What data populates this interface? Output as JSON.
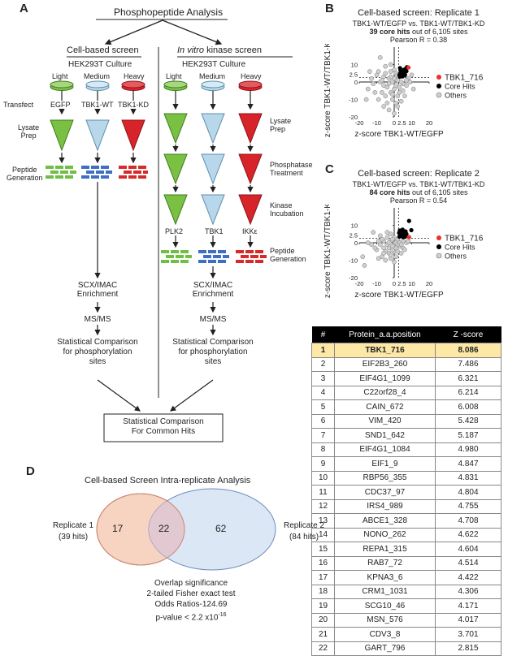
{
  "panel_a": {
    "letter": "A",
    "title": "Phosphopeptide Analysis",
    "cell_based_title": "Cell-based screen",
    "in_vitro_title_italic": "In vitro",
    "in_vitro_title_rest": " kinase screen",
    "culture_label": "HEK293T Culture",
    "light": "Light",
    "medium": "Medium",
    "heavy": "Heavy",
    "transfect": "Transfect",
    "egfp": "EGFP",
    "tbk1_wt": "TBK1-WT",
    "tbk1_kd": "TBK1-KD",
    "lysate_prep": "Lysate\nPrep",
    "peptide_generation": "Peptide\nGeneration",
    "phosphatase_treatment": "Phosphatase\nTreatment",
    "kinase_incubation": "Kinase\nIncubation",
    "plk2": "PLK2",
    "tbk1": "TBK1",
    "ikke": "IKKε",
    "scx_imac": "SCX/IMAC\nEnrichment",
    "msms": "MS/MS",
    "stat_comp": "Statistical Comparison\nfor phosphorylation\nsites",
    "stat_common": "Statistical Comparison\nFor Common Hits",
    "colors": {
      "green": "#7ac143",
      "blue": "#b8d7ea",
      "red": "#d7232a",
      "pep_green": "#6fbf45",
      "pep_blue": "#3f6fc4",
      "pep_red": "#d62b2b"
    }
  },
  "panel_b": {
    "letter": "B",
    "title": "Cell-based screen: Replicate 1",
    "subtitle": "TBK1-WT/EGFP vs. TBK1-WT/TBK1-KD",
    "hits_bold": "39 core hits",
    "hits_rest": " out of 6,105 sites",
    "pearson": "Pearson R = 0.38"
  },
  "panel_c": {
    "letter": "C",
    "title": "Cell-based screen: Replicate 2",
    "subtitle": "TBK1-WT/EGFP vs. TBK1-WT/TBK1-KD",
    "hits_bold": "84 core hits",
    "hits_rest": " out of 6,105 sites",
    "pearson": "Pearson R = 0.54"
  },
  "scatter_common": {
    "xlabel_b": "z-score TBK1-WT/EGFP",
    "xlabel_c": "z-score TBK1-WT/EGFP",
    "ylabel": "z-score TBK1-WT/TBK1-KD",
    "xticks": [
      "-20",
      "-10",
      "0",
      "2.5",
      "10",
      "20"
    ],
    "yticks": [
      "10",
      "2.5",
      "0",
      "-10",
      "-20"
    ],
    "legend": [
      "TBK1_716",
      "Core Hits",
      "Others"
    ]
  },
  "chart_data": [
    {
      "type": "scatter",
      "title": "Cell-based screen: Replicate 1",
      "xlabel": "z-score TBK1-WT/EGFP",
      "ylabel": "z-score TBK1-WT/TBK1-KD",
      "xlim": [
        -20,
        20
      ],
      "ylim": [
        -20,
        20
      ],
      "threshold_lines": {
        "x": 2.5,
        "y": 2.5
      },
      "series": [
        {
          "name": "TBK1_716",
          "color": "#e8322b",
          "points": [
            [
              8.2,
              8.3
            ]
          ]
        },
        {
          "name": "Core Hits",
          "color": "#000000",
          "points": [
            [
              3,
              4
            ],
            [
              3.5,
              5
            ],
            [
              4,
              3.5
            ],
            [
              4.5,
              6
            ],
            [
              5,
              4.5
            ],
            [
              5.5,
              7
            ],
            [
              6,
              5
            ],
            [
              3.2,
              3
            ],
            [
              4.2,
              5.5
            ],
            [
              5.2,
              6.2
            ],
            [
              6.5,
              7.5
            ],
            [
              7,
              6.2
            ],
            [
              3.8,
              6.8
            ],
            [
              4.8,
              3.2
            ],
            [
              6.2,
              4
            ],
            [
              3.3,
              8
            ],
            [
              7.3,
              8.5
            ]
          ]
        },
        {
          "name": "Others",
          "color": "#999999",
          "points": [
            [
              -8,
              14
            ],
            [
              -12,
              -1
            ],
            [
              -15,
              -4
            ],
            [
              -9,
              -10
            ],
            [
              -6,
              -14
            ],
            [
              -3,
              -16
            ],
            [
              -5,
              -8
            ],
            [
              -2,
              -6
            ],
            [
              0,
              -4
            ],
            [
              1,
              -2
            ],
            [
              -1,
              0
            ],
            [
              2,
              1
            ],
            [
              -3,
              2
            ],
            [
              -6,
              3
            ],
            [
              -8,
              0
            ],
            [
              -10,
              4
            ],
            [
              -4,
              -3
            ],
            [
              0,
              2
            ],
            [
              1,
              5
            ],
            [
              -2,
              6
            ],
            [
              3,
              -3
            ],
            [
              5,
              -5
            ],
            [
              7,
              -2
            ],
            [
              9,
              0
            ],
            [
              8,
              2
            ],
            [
              6,
              -8
            ],
            [
              4,
              -11
            ],
            [
              2,
              -14
            ],
            [
              -1,
              -10
            ],
            [
              -7,
              -6
            ],
            [
              -11,
              -6
            ],
            [
              -13,
              2
            ],
            [
              -9,
              6
            ],
            [
              -5,
              9
            ],
            [
              -2,
              10
            ],
            [
              0,
              7
            ],
            [
              2,
              -8
            ],
            [
              -4,
              -12
            ],
            [
              -6,
              -2
            ],
            [
              -1,
              -7
            ],
            [
              1,
              -12
            ],
            [
              3,
              -6
            ],
            [
              5,
              -1
            ],
            [
              -3,
              -1
            ],
            [
              -7,
              1
            ],
            [
              11,
              -4
            ],
            [
              10,
              4
            ],
            [
              -14,
              6
            ],
            [
              -16,
              -10
            ],
            [
              0,
              -18
            ],
            [
              2,
              4
            ],
            [
              -2,
              3
            ],
            [
              4,
              0
            ],
            [
              -5,
              5
            ],
            [
              7,
              1
            ]
          ]
        }
      ]
    },
    {
      "type": "scatter",
      "title": "Cell-based screen: Replicate 2",
      "xlabel": "z-score TBK1-WT/EGFP",
      "ylabel": "z-score TBK1-WT/TBK1-KD",
      "xlim": [
        -20,
        20
      ],
      "ylim": [
        -20,
        20
      ],
      "threshold_lines": {
        "x": 2.5,
        "y": 2.5
      },
      "series": [
        {
          "name": "TBK1_716",
          "color": "#e8322b",
          "points": [
            [
              8.5,
              3.2
            ]
          ]
        },
        {
          "name": "Core Hits",
          "color": "#000000",
          "points": [
            [
              3,
              3.5
            ],
            [
              3.5,
              5
            ],
            [
              4,
              4
            ],
            [
              4.5,
              6
            ],
            [
              5,
              4.5
            ],
            [
              5.5,
              5.5
            ],
            [
              6,
              4
            ],
            [
              3.2,
              7
            ],
            [
              4.2,
              5.8
            ],
            [
              5.2,
              3.2
            ],
            [
              6.5,
              6.5
            ],
            [
              7,
              5
            ],
            [
              8.5,
              12.5
            ],
            [
              9.8,
              7.2
            ],
            [
              3.8,
              4.8
            ],
            [
              4.8,
              7.5
            ],
            [
              6.2,
              3.5
            ],
            [
              2.8,
              5.6
            ]
          ]
        },
        {
          "name": "Others",
          "color": "#999999",
          "points": [
            [
              -12,
              6
            ],
            [
              -13,
              -1
            ],
            [
              -17,
              -13
            ],
            [
              -18,
              -8
            ],
            [
              -10,
              -4
            ],
            [
              -8,
              -1
            ],
            [
              -6,
              1
            ],
            [
              -4,
              3
            ],
            [
              -2,
              1
            ],
            [
              0,
              -1
            ],
            [
              1,
              0
            ],
            [
              2,
              2
            ],
            [
              -3,
              -3
            ],
            [
              -5,
              -5
            ],
            [
              -7,
              -8
            ],
            [
              -9,
              -9
            ],
            [
              -11,
              -3
            ],
            [
              0,
              -5
            ],
            [
              1,
              -8
            ],
            [
              -2,
              -9
            ],
            [
              3,
              -2
            ],
            [
              5,
              -3
            ],
            [
              7,
              0
            ],
            [
              8,
              1
            ],
            [
              6,
              -4
            ],
            [
              4,
              -6
            ],
            [
              2,
              -5
            ],
            [
              -1,
              -4
            ],
            [
              -3,
              -6
            ],
            [
              -6,
              -3
            ],
            [
              -8,
              4
            ],
            [
              -4,
              6
            ],
            [
              -2,
              5
            ],
            [
              0,
              3
            ],
            [
              2,
              -1
            ],
            [
              -4,
              -1
            ],
            [
              -6,
              -6
            ],
            [
              -1,
              2
            ],
            [
              1,
              -3
            ],
            [
              3,
              0
            ],
            [
              5,
              1
            ],
            [
              -3,
              0
            ],
            [
              -7,
              2
            ],
            [
              -15,
              0
            ],
            [
              -9,
              1
            ],
            [
              0,
              -11
            ],
            [
              -5,
              -10
            ],
            [
              -2,
              -7
            ],
            [
              4,
              -1
            ],
            [
              -1,
              -2
            ]
          ]
        }
      ]
    }
  ],
  "panel_d": {
    "letter": "D",
    "title": "Cell-based Screen Intra-replicate Analysis",
    "rep1_label": "Replicate 1",
    "rep1_hits": "(39 hits)",
    "rep2_label": "Replicate 2",
    "rep2_hits": "(84 hits)",
    "only1": "17",
    "overlap": "22",
    "only2": "62",
    "sig_line1": "Overlap significance",
    "sig_line2": "2-tailed Fisher exact test",
    "sig_line3": "Odds Ratios-124.69",
    "sig_line4_prefix": "p-value < 2.2 x10",
    "sig_line4_exp": "-16",
    "colors": {
      "rep1_fill": "#f7d3c1",
      "rep2_fill": "#dce7f6",
      "overlap_fill": "#e2c8d0"
    }
  },
  "table": {
    "headers": [
      "#",
      "Protein_a.a.position",
      "Z -score"
    ],
    "rows": [
      [
        "1",
        "TBK1_716",
        "8.086"
      ],
      [
        "2",
        "EIF2B3_260",
        "7.486"
      ],
      [
        "3",
        "EIF4G1_1099",
        "6.321"
      ],
      [
        "4",
        "C22orf28_4",
        "6.214"
      ],
      [
        "5",
        "CAIN_672",
        "6.008"
      ],
      [
        "6",
        "VIM_420",
        "5.428"
      ],
      [
        "7",
        "SND1_642",
        "5.187"
      ],
      [
        "8",
        "EIF4G1_1084",
        "4.980"
      ],
      [
        "9",
        "EIF1_9",
        "4.847"
      ],
      [
        "10",
        "RBP56_355",
        "4.831"
      ],
      [
        "11",
        "CDC37_97",
        "4.804"
      ],
      [
        "12",
        "IRS4_989",
        "4.755"
      ],
      [
        "13",
        "ABCE1_328",
        "4.708"
      ],
      [
        "14",
        "NONO_262",
        "4.622"
      ],
      [
        "15",
        "REPA1_315",
        "4.604"
      ],
      [
        "16",
        "RAB7_72",
        "4.514"
      ],
      [
        "17",
        "KPNA3_6",
        "4.422"
      ],
      [
        "18",
        "CRM1_1031",
        "4.306"
      ],
      [
        "19",
        "SCG10_46",
        "4.171"
      ],
      [
        "20",
        "MSN_576",
        "4.017"
      ],
      [
        "21",
        "CDV3_8",
        "3.701"
      ],
      [
        "22",
        "GART_796",
        "2.815"
      ]
    ]
  }
}
